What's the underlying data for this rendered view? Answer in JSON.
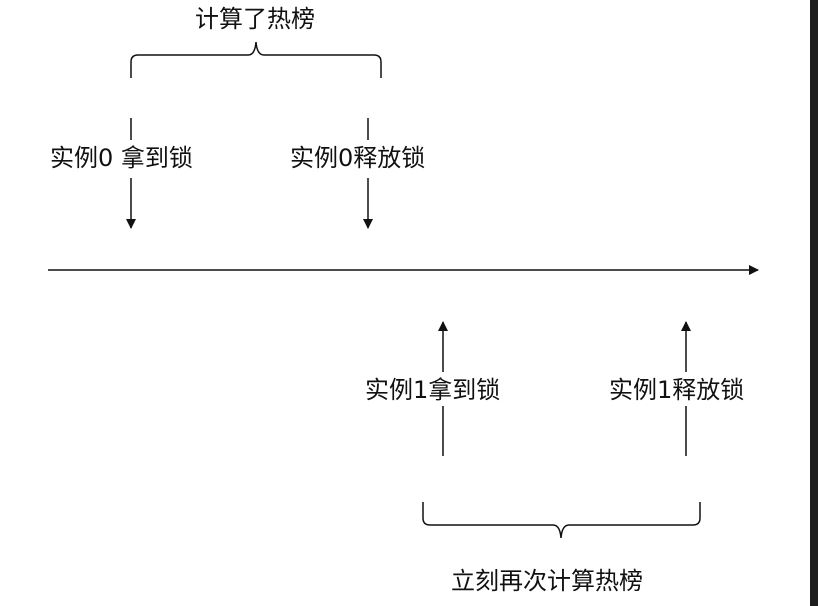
{
  "labels": {
    "top_brace": "计算了热榜",
    "bottom_brace": "立刻再次计算热榜",
    "instance0_acquire": "实例0 拿到锁",
    "instance0_release": "实例0释放锁",
    "instance1_acquire": "实例1拿到锁",
    "instance1_release": "实例1释放锁"
  },
  "colors": {
    "line": "#111111",
    "text": "#111111",
    "right_edge": "#1e1e1e"
  }
}
